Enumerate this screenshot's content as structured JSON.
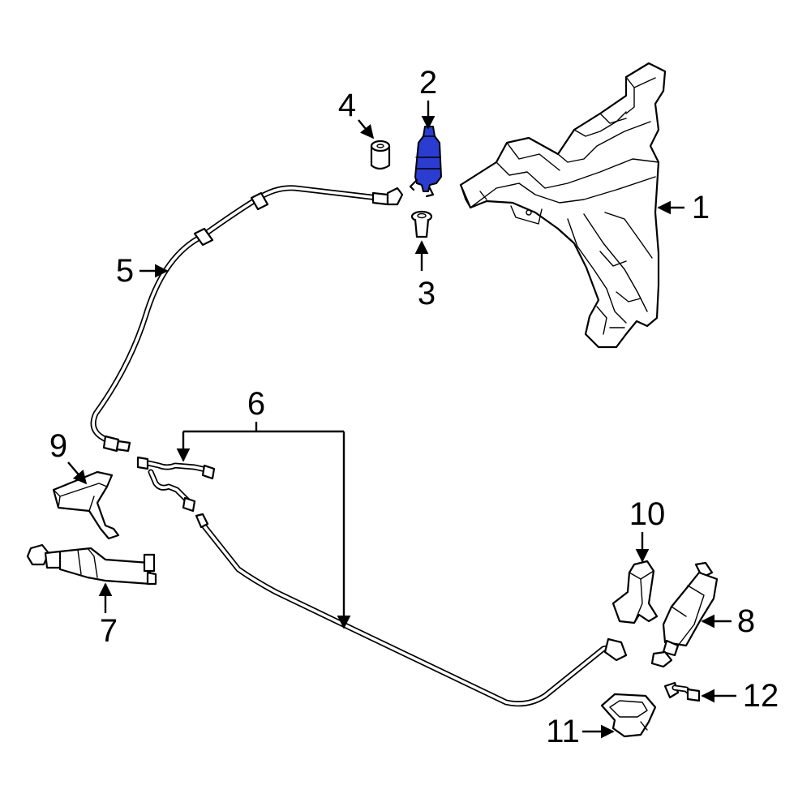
{
  "diagram": {
    "highlight_color": "#2a3dd0",
    "highlighted_part": "2",
    "callouts": {
      "c1": "1",
      "c2": "2",
      "c3": "3",
      "c4": "4",
      "c5": "5",
      "c6": "6",
      "c7": "7",
      "c8": "8",
      "c9": "9",
      "c10": "10",
      "c11": "11",
      "c12": "12"
    }
  }
}
